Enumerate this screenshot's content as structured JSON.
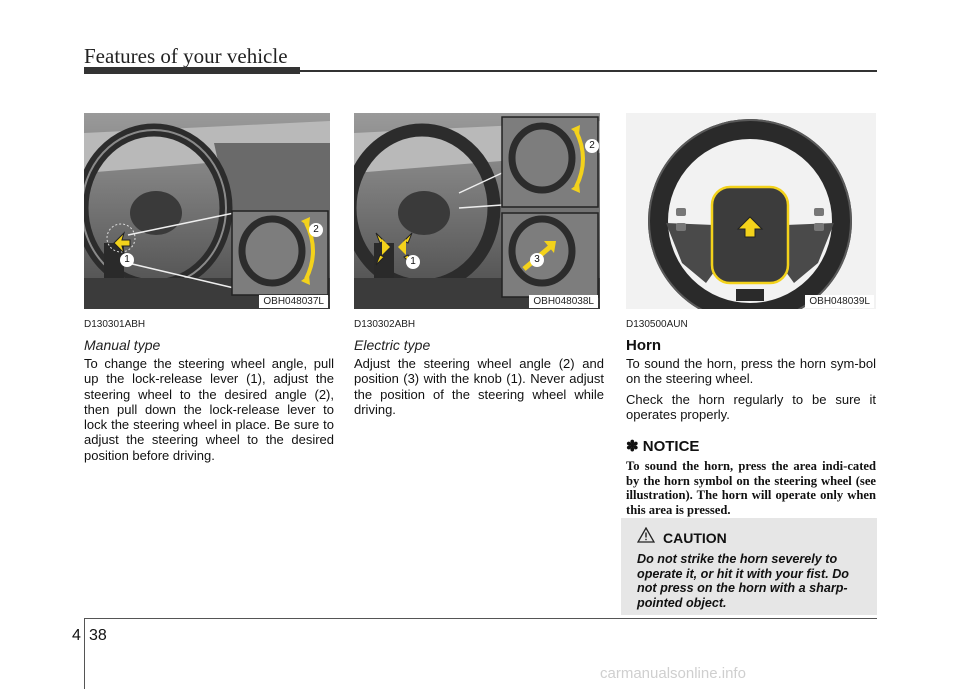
{
  "header": {
    "title": "Features of your vehicle"
  },
  "figures": [
    {
      "code": "OBH048037L",
      "callouts": [
        "1",
        "2"
      ]
    },
    {
      "code": "OBH048038L",
      "callouts": [
        "1",
        "2",
        "3"
      ]
    },
    {
      "code": "OBH048039L"
    }
  ],
  "columns": [
    {
      "section_code": "D130301ABH",
      "subtitle": "Manual type",
      "paragraphs": [
        "To change the steering wheel angle, pull up the lock-release lever (1), adjust the steering wheel to the desired angle (2), then pull down the lock-release lever to lock the steering wheel in place. Be sure to adjust the steering wheel to the desired position before driving."
      ]
    },
    {
      "section_code": "D130302ABH",
      "subtitle": "Electric type",
      "paragraphs": [
        "Adjust the steering wheel angle (2) and position (3) with the knob (1). Never adjust the position of the steering wheel while driving."
      ]
    },
    {
      "section_code": "D130500AUN",
      "subtitle": "Horn",
      "paragraphs": [
        "To sound the horn, press the horn sym-bol on the steering wheel.",
        "Check the horn regularly to be sure it operates properly."
      ],
      "notice": {
        "title": "✽ NOTICE",
        "body": "To sound the horn, press the area indi-cated by the horn symbol on the steering wheel (see illustration). The horn will operate only when this area is pressed."
      }
    }
  ],
  "caution": {
    "title": "CAUTION",
    "body": "Do not strike the horn severely to operate it, or hit it with your fist. Do not press on the horn with a sharp-pointed object."
  },
  "footer": {
    "chapter": "4",
    "page": "38"
  },
  "watermark": "carmanualsonline.info",
  "colors": {
    "accent_yellow": "#f3d21b",
    "caution_bg": "#e6e6e6",
    "rule": "#333333"
  }
}
